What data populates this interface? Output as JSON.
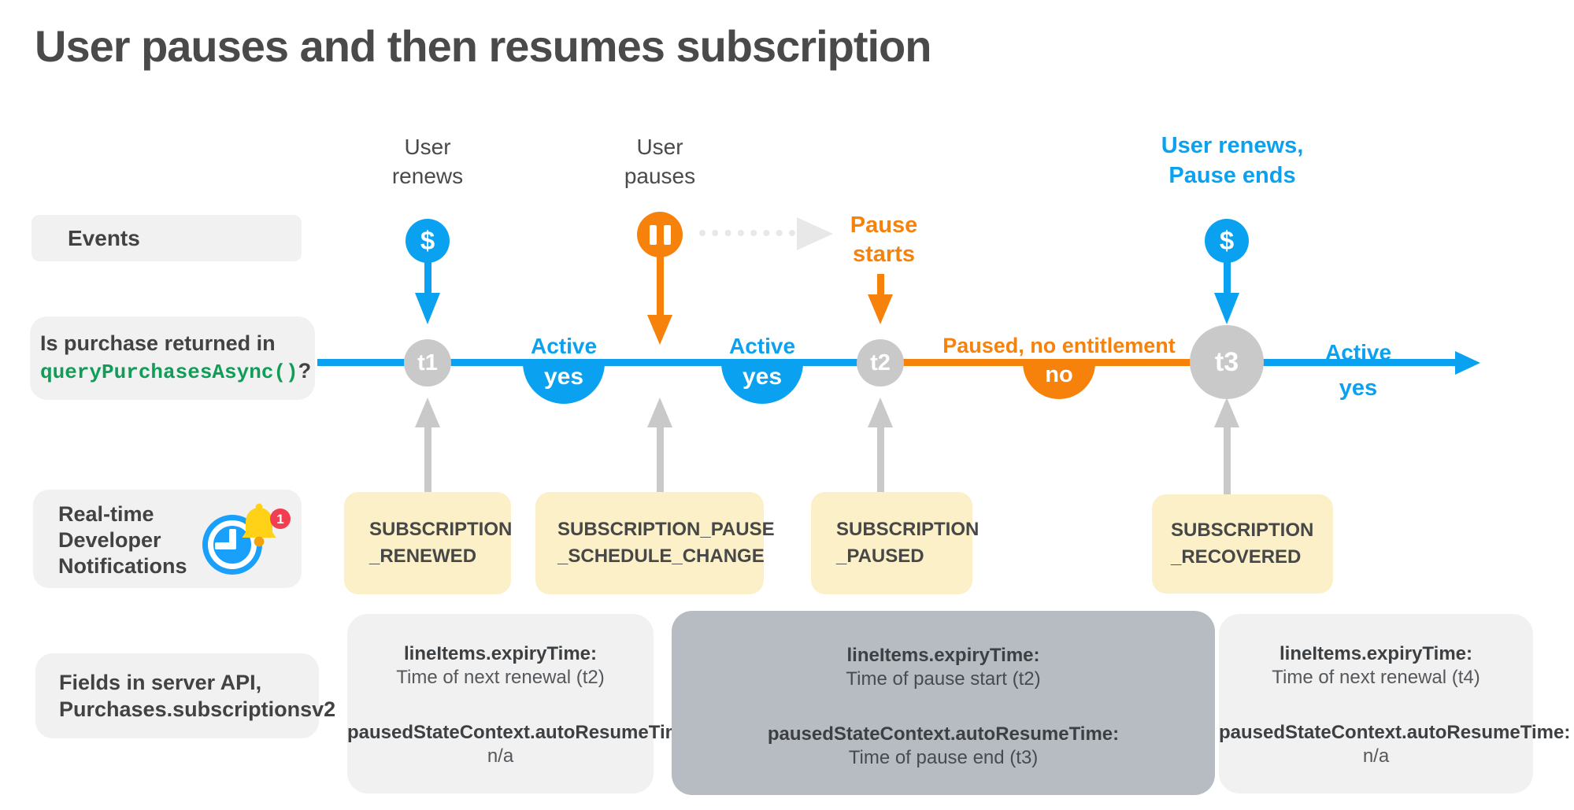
{
  "title": "User pauses and then resumes subscription",
  "sidebar": {
    "events_label": "Events",
    "purchase_question": {
      "line1": "Is purchase returned in",
      "code": "queryPurchasesAsync()",
      "suffix": "?"
    },
    "rtdn": {
      "line1": "Real-time",
      "line2": "Developer",
      "line3": "Notifications",
      "badge": "1"
    },
    "fields": {
      "line1": "Fields in server API,",
      "line2": "Purchases.subscriptionsv2"
    }
  },
  "events": {
    "renew1": {
      "line1": "User",
      "line2": "renews",
      "symbol": "$"
    },
    "pause": {
      "line1": "User",
      "line2": "pauses"
    },
    "pause_starts": {
      "line1": "Pause",
      "line2": "starts"
    },
    "renew2": {
      "line1": "User renews,",
      "line2": "Pause ends",
      "symbol": "$"
    }
  },
  "timeline": {
    "nodes": [
      {
        "label": "t1"
      },
      {
        "label": "t2"
      },
      {
        "label": "t3"
      }
    ],
    "segments": [
      {
        "state": "Active",
        "entitlement": "yes"
      },
      {
        "state": "Active",
        "entitlement": "yes"
      },
      {
        "state": "Paused, no entitlement",
        "entitlement": "no"
      },
      {
        "state": "Active",
        "entitlement": "yes"
      }
    ]
  },
  "notifications": [
    {
      "line1": "SUBSCRIPTION",
      "line2": "_RENEWED"
    },
    {
      "line1": "SUBSCRIPTION_PAUSE",
      "line2": "_SCHEDULE_CHANGE"
    },
    {
      "line1": "SUBSCRIPTION",
      "line2": "_PAUSED"
    },
    {
      "line1": "SUBSCRIPTION",
      "line2": "_RECOVERED"
    }
  ],
  "field_boxes": [
    {
      "field1": "lineItems.expiryTime:",
      "value1": "Time of next renewal (t2)",
      "field2": "pausedStateContext.autoResumeTime:",
      "value2": "n/a"
    },
    {
      "field1": "lineItems.expiryTime:",
      "value1": "Time of pause start (t2)",
      "field2": "pausedStateContext.autoResumeTime:",
      "value2": "Time of pause end (t3)"
    },
    {
      "field1": "lineItems.expiryTime:",
      "value1": "Time of next renewal (t4)",
      "field2": "pausedStateContext.autoResumeTime:",
      "value2": "n/a"
    }
  ],
  "colors": {
    "blue": "#0aa2f0",
    "orange": "#f6820c",
    "node_gray": "#c9c9c9",
    "dotted_arrow_gray": "#e8e8e8",
    "notification_bg": "#fbf0c7",
    "label_bg": "#f1f1f1",
    "highlight_box_bg": "#b6bcc2",
    "code_green": "#0f9d58",
    "rtdn_icon_blue": "#18a0fb",
    "bell_yellow": "#ffd117",
    "badge_red": "#f13e51",
    "text_dark": "#4a4a4a"
  }
}
